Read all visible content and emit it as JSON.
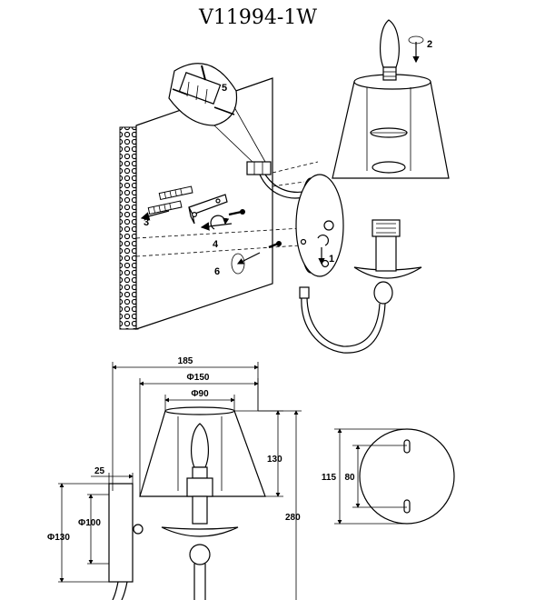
{
  "title": "V11994-1W",
  "steps": [
    "1",
    "2",
    "3",
    "4",
    "5",
    "6"
  ],
  "dimensions": {
    "width_total": "185",
    "shade_top": "Φ150",
    "shade_bottom": "Φ90",
    "shade_height": "130",
    "total_height": "280",
    "plate_depth": "25",
    "plate_inner": "Φ100",
    "plate_outer": "Φ130",
    "mount_height": "115",
    "hole_spacing": "80"
  },
  "icons": [
    "rotate-arrow-icon",
    "direction-arrow-icon",
    "screw-icon",
    "wall-anchor-icon"
  ]
}
